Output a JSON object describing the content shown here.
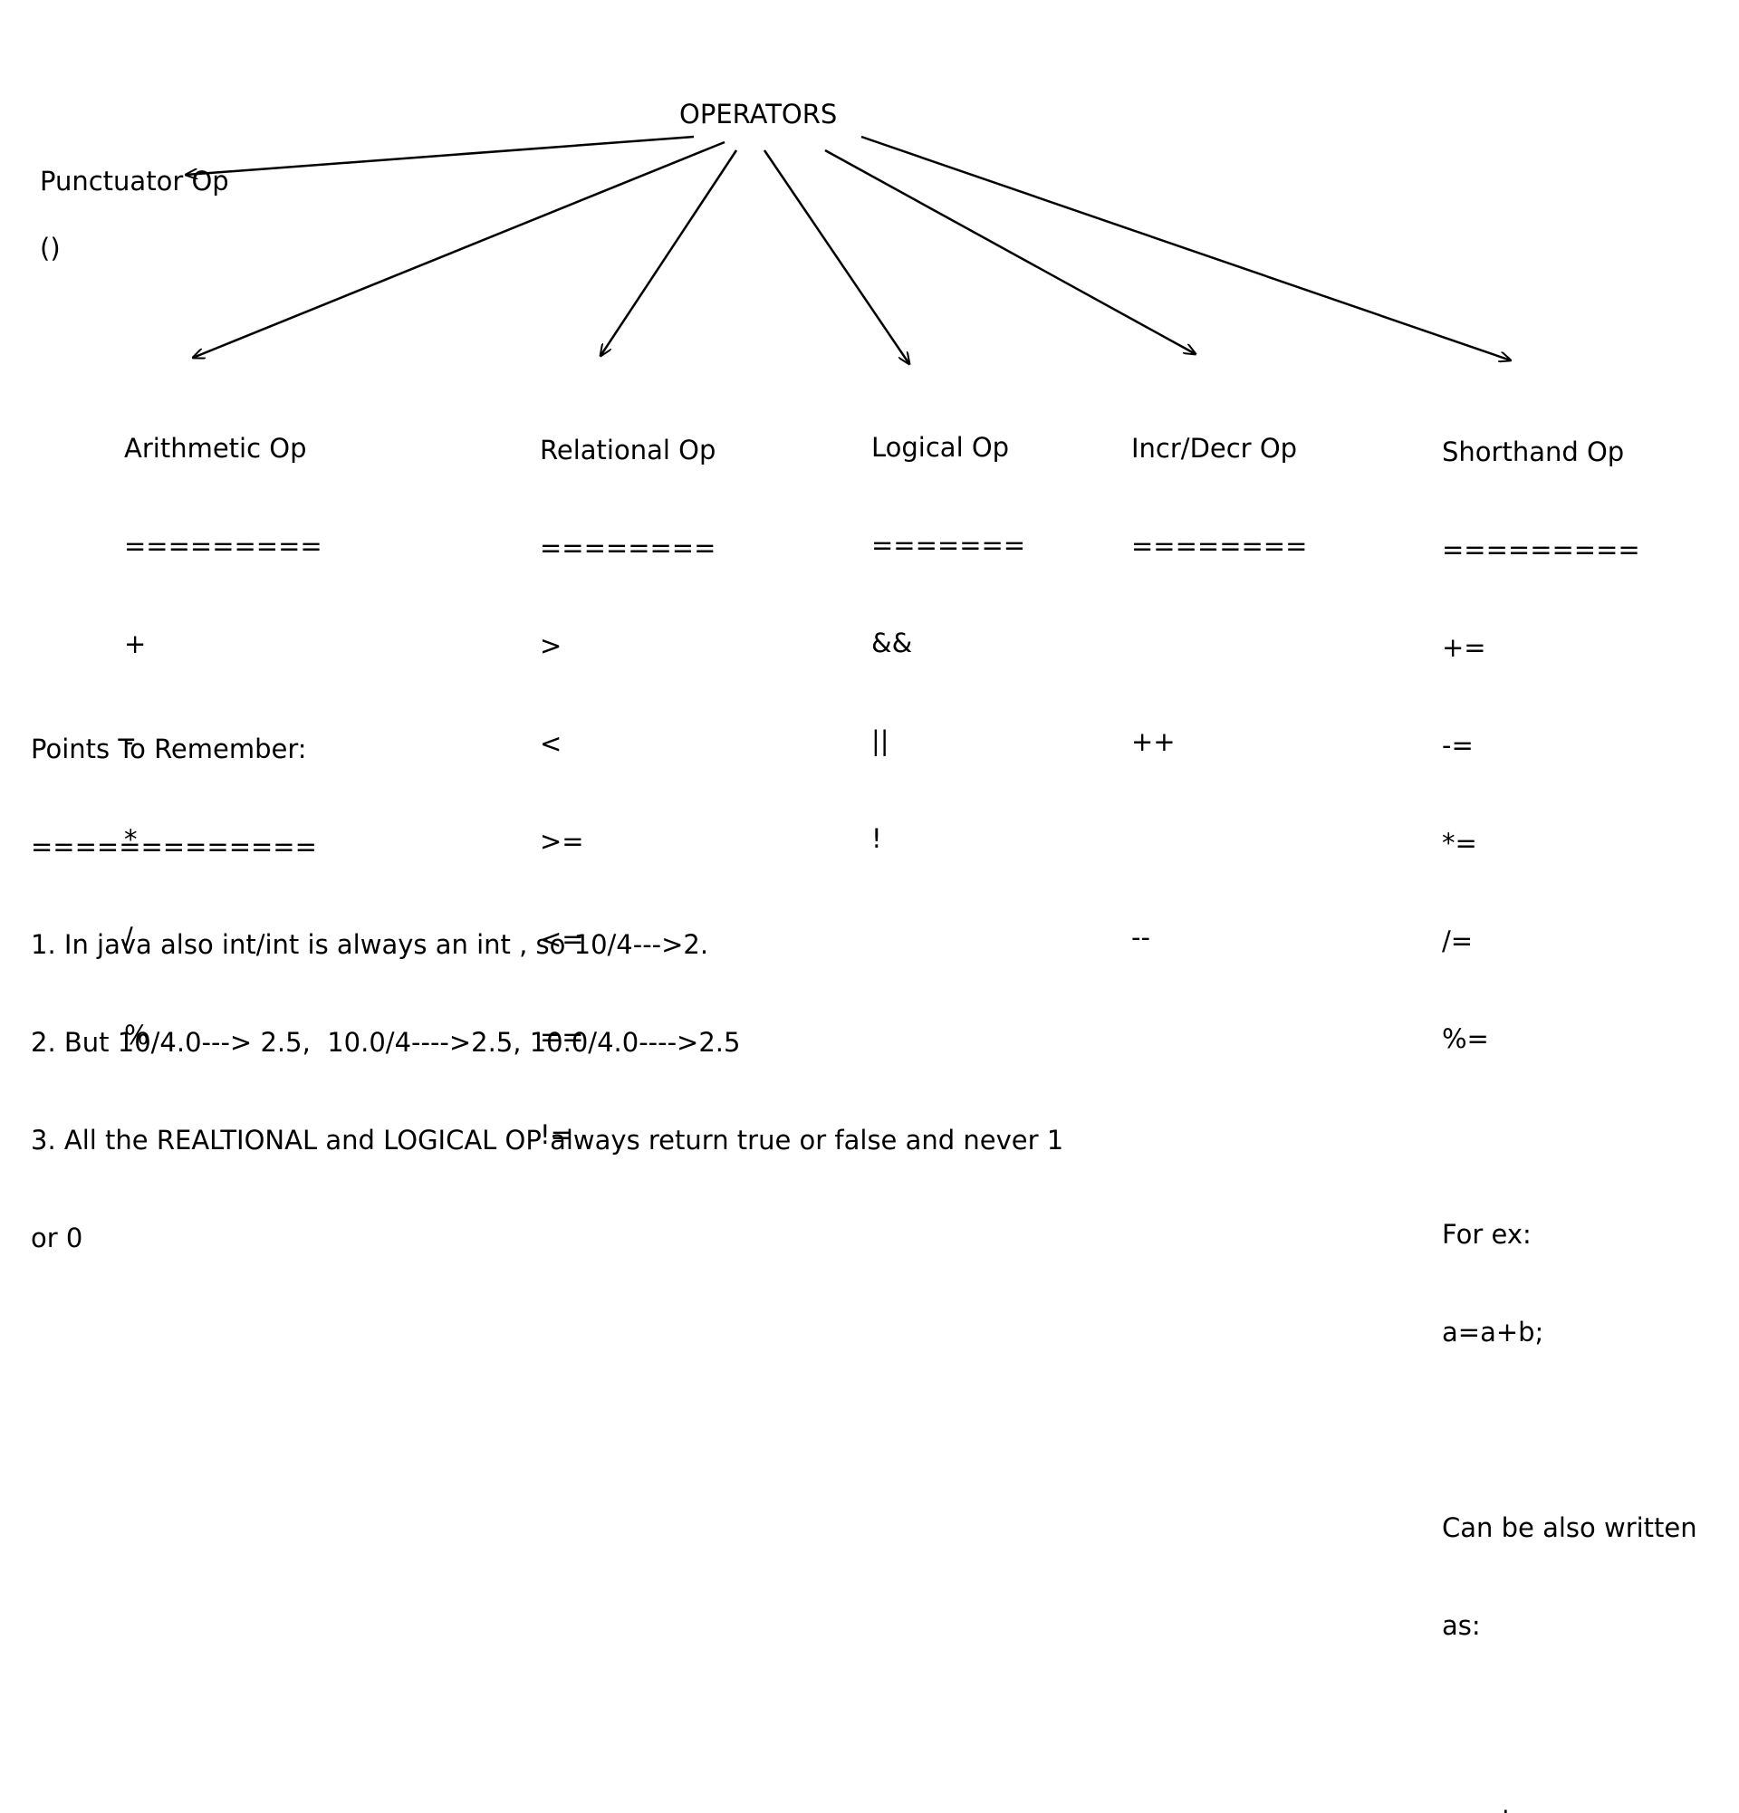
{
  "root": "OPERATORS",
  "punctuator": {
    "title": "Punctuator Op",
    "symbol": "()"
  },
  "categories": [
    {
      "title": "Arithmetic Op",
      "underline": "=========",
      "items": [
        "+",
        "-",
        "*",
        "/",
        "%"
      ]
    },
    {
      "title": "Relational Op",
      "underline": "========",
      "items": [
        ">",
        "<",
        ">=",
        "<=",
        "==",
        "!="
      ]
    },
    {
      "title": "Logical Op",
      "underline": "=======",
      "items": [
        "&&",
        "||",
        "!"
      ]
    },
    {
      "title": "Incr/Decr Op",
      "underline": "========",
      "items": [
        "",
        "++",
        "",
        "--"
      ]
    },
    {
      "title": "Shorthand Op",
      "underline": "=========",
      "items": [
        "+=",
        "-=",
        "*=",
        "/=",
        "%=",
        "",
        "For ex:",
        "a=a+b;",
        "",
        "Can be also written",
        "as:",
        "",
        "a+=b;"
      ]
    }
  ],
  "points": {
    "title": "Points To Remember:",
    "underline": "=============",
    "lines": [
      "1. In java also int/int is always an int , so 10/4--->2.",
      "2. But 10/4.0---> 2.5,  10.0/4---->2.5, 10.0/4.0---->2.5",
      "3. All the REALTIONAL and LOGICAL OP always return true or false and never 1",
      "or 0"
    ]
  }
}
